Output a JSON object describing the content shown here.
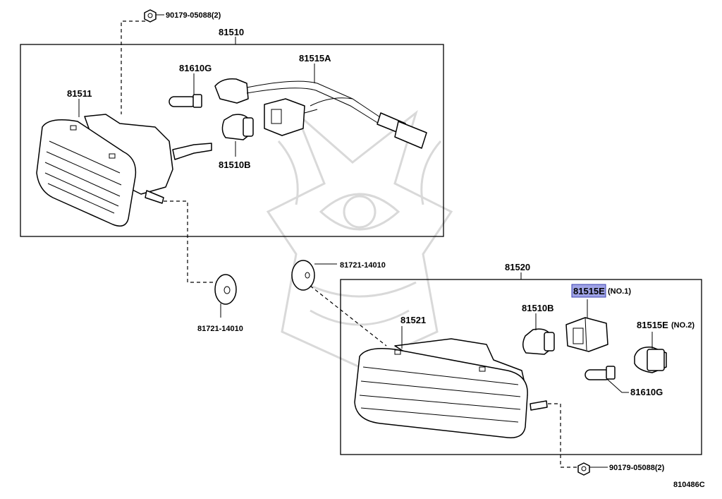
{
  "diagram_code": "810486C",
  "assemblies": {
    "upper": {
      "number": "81510"
    },
    "lower": {
      "number": "81520"
    }
  },
  "callouts": {
    "nut_top": "90179-05088(2)",
    "housing_upper": "81511",
    "bulb_upper_small": "81610G",
    "wire_harness": "81515A",
    "bulb_upper": "81510B",
    "gasket_left": "81721-14010",
    "gasket_right": "81721-14010",
    "housing_lower": "81521",
    "bulb_lower": "81510B",
    "socket_no1_part": "81515E",
    "socket_no1_suffix": "(NO.1)",
    "socket_no2_part": "81515E",
    "socket_no2_suffix": "(NO.2)",
    "bulb_lower_small": "81610G",
    "nut_bottom": "90179-05088(2)"
  },
  "highlighted_part": "81515E",
  "colors": {
    "highlight": "#9fa3e6",
    "watermark": "#d9d9d9"
  }
}
